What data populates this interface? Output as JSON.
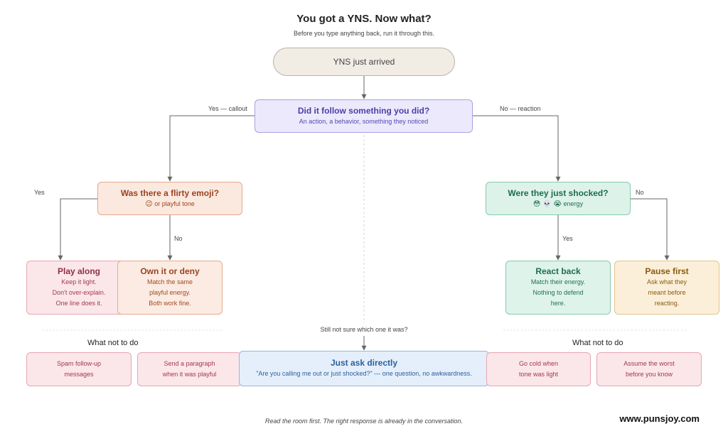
{
  "title": "You got a YNS. Now what?",
  "subtitle": "Before you type anything back, run it through this.",
  "start": {
    "label": "YNS just arrived"
  },
  "q1": {
    "title": "Did it follow something you did?",
    "sub": "An action, a behavior, something they noticed"
  },
  "edges": {
    "yes_callout": "Yes — callout",
    "no_reaction": "No — reaction",
    "yes_left": "Yes",
    "no_left": "No",
    "no_right": "No",
    "yes_right": "Yes",
    "still_unsure": "Still not sure which one it was?"
  },
  "q2": {
    "title": "Was there a flirty emoji?",
    "emoji": "😉",
    "sub": "or playful tone"
  },
  "q3": {
    "title": "Were they just shocked?",
    "emoji": "😳 💀 😭",
    "sub": "energy"
  },
  "outcomes": [
    {
      "title": "Play along",
      "lines": [
        "Keep it light.",
        "Don't over-explain.",
        "One line does it."
      ]
    },
    {
      "title": "Own it or deny",
      "lines": [
        "Match the same",
        "playful energy.",
        "Both work fine."
      ]
    },
    {
      "title": "React back",
      "lines": [
        "Match their energy.",
        "Nothing to defend",
        "here."
      ]
    },
    {
      "title": "Pause first",
      "lines": [
        "Ask what they",
        "meant before",
        "reacting."
      ]
    }
  ],
  "what_not_left": "What not to do",
  "what_not_right": "What not to do",
  "donts": [
    [
      "Spam follow-up",
      "messages"
    ],
    [
      "Send a paragraph",
      "when it was playful"
    ],
    [
      "Go cold when",
      "tone was light"
    ],
    [
      "Assume the worst",
      "before you know"
    ]
  ],
  "ask": {
    "title": "Just ask directly",
    "sub": "\"Are you calling me out or just shocked?\" — one question, no awkwardness."
  },
  "footer": "Read the room first. The right response is already in the conversation.",
  "brand": "www.punsjoy.com",
  "colors": {
    "line": "#666666",
    "dashed": "#cccccc"
  }
}
